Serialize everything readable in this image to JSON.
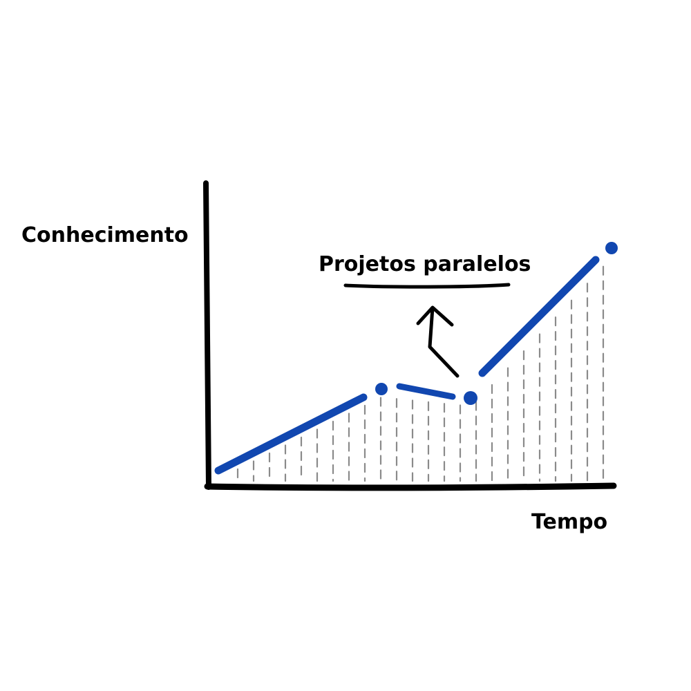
{
  "labels": {
    "y_axis": "Conhecimento",
    "x_axis": "Tempo",
    "annotation": "Projetos paralelos"
  },
  "colors": {
    "line": "#1147b0",
    "axes": "#000000",
    "hatch": "#8a8a8a",
    "text": "#000000"
  },
  "chart_data": {
    "type": "line",
    "description_level": "qualitative",
    "segments": [
      {
        "role": "growth",
        "from": [
          0,
          0.05
        ],
        "to": [
          0.48,
          0.29
        ]
      },
      {
        "role": "parallel-projects dip",
        "from": [
          0.52,
          0.3
        ],
        "to": [
          0.72,
          0.28
        ]
      },
      {
        "role": "accelerated growth",
        "from": [
          0.76,
          0.37
        ],
        "to": [
          1.0,
          0.85
        ]
      }
    ],
    "markers": [
      [
        0.5,
        0.31
      ],
      [
        0.74,
        0.28
      ],
      [
        1.0,
        0.88
      ]
    ],
    "area_fill": "dashed vertical hatching under the curve",
    "annotation_arrow": "points from the dip up toward the annotation label"
  }
}
